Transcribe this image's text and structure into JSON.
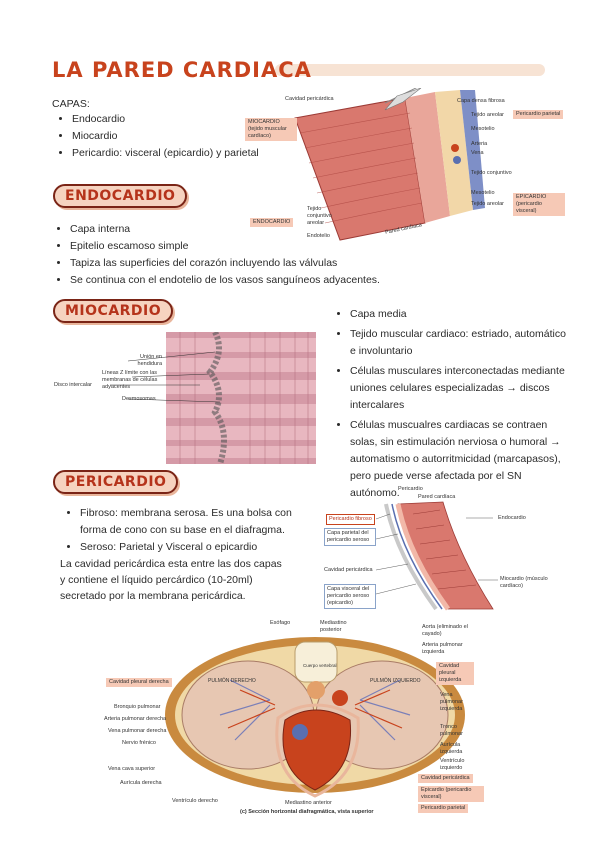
{
  "title": "LA PARED CARDIACA",
  "capas": {
    "heading": "CAPAS:",
    "items": [
      "Endocardio",
      "Miocardio",
      "Pericardio: visceral (epicardio) y parietal"
    ]
  },
  "endocardio": {
    "header": "ENDOCARDIO",
    "items": [
      "Capa interna",
      "Epitelio escamoso simple",
      "Tapiza las superficies del corazón incluyendo las válvulas",
      "Se continua con el endotelio de los vasos sanguíneos adyacentes."
    ]
  },
  "miocardio": {
    "header": "MIOCARDIO",
    "items": [
      "Capa media",
      "Tejido muscular cardiaco: estriado, automático e involuntario",
      "Células musculares interconectadas mediante uniones celulares especializadas → discos intercalares",
      "Células muscualres cardiacas se contraen solas, sin estimulación nerviosa o humoral → automatismo o autorritmicidad (marcapasos), pero puede verse afectada por el SN autónomo."
    ]
  },
  "pericardio": {
    "header": "PERICARDIO",
    "items": [
      "Fibroso: membrana serosa. Es una bolsa con forma de cono con su base en el diafragma.",
      "Seroso: Parietal y Visceral o epicardio"
    ],
    "paragraph": "La cavidad pericárdica esta entre las dos capas y contiene el líquido percárdico (10-20ml) secretado por la membrana pericárdica."
  },
  "fig_wall": {
    "labels": {
      "cavidad": "Cavidad pericárdica",
      "miocardio": "MIOCARDIO (tejido muscular cardíaco)",
      "capa_densa": "Capa densa fibrosa",
      "tejido_areolar": "Tejido areolar",
      "pericardio_parietal": "Pericardio parietal",
      "mesotelio": "Mesotelio",
      "arteria": "Arteria",
      "vena": "Vena",
      "tejido_conjuntivo": "Tejido conjuntivo",
      "mesotelio2": "Mesotelio",
      "tejido_areolar2": "Tejido areolar",
      "epicardio": "EPICARDIO (pericardio visceral)",
      "endocardio": "ENDOCARDIO",
      "tejido_conj_areolar": "Tejido conjuntivo areolar",
      "endotelio": "Endotelio",
      "pared": "Pared cardíaca"
    }
  },
  "fig_myo": {
    "labels": {
      "union": "Unión en hendidura",
      "lineas_z": "Líneas Z límite con las membranas de células adyacentes",
      "disco": "Disco intercalar",
      "desmosomas": "Desmosomas"
    }
  },
  "fig_peri": {
    "labels": {
      "pericardio": "Pericardio",
      "pared": "Pared cardíaca",
      "endocardio": "Endocardio",
      "fibroso": "Pericardio fibroso",
      "seroso_parietal": "Capa parietal del pericardio seroso",
      "cavidad": "Cavidad pericárdica",
      "seroso_visceral": "Capa visceral del pericardio seroso (epicardio)",
      "miocardio": "Miocardio (músculo cardíaco)"
    }
  },
  "fig_section": {
    "labels": {
      "esofago": "Esófago",
      "mediastino_post": "Mediastino posterior",
      "aorta": "Aorta (eliminado el cayado)",
      "art_pulm_izq": "Arteria pulmonar izquierda",
      "cav_pleural_izq": "Cavidad pleural izquierda",
      "pulmon_der": "PULMÓN DERECHO",
      "pulmon_izq": "PULMÓN IZQUIERDO",
      "cav_pleural_der": "Cavidad pleural derecha",
      "bronquio": "Bronquio pulmonar",
      "art_pulm_der": "Arteria pulmonar derecha",
      "vena_pulm_der": "Vena pulmonar derecha",
      "nervio": "Nervio frénico",
      "vena_pulm_izq": "Vena pulmonar izquierda",
      "tronco": "Tronco pulmonar",
      "auricula_izq": "Aurícula izquierda",
      "ventriculo_izq": "Ventrículo izquierdo",
      "vena_cava": "Vena cava superior",
      "auricula_der": "Aurícula derecha",
      "cav_pericardica": "Cavidad pericárdica",
      "epicardio": "Epicardio (pericardio visceral)",
      "ventriculo_der": "Ventrículo derecho",
      "peri_parietal": "Pericardio parietal",
      "med_anterior": "Mediastino anterior",
      "caption": "(c) Sección horizontal diafragmática, vista superior",
      "cuerpo": "Cuerpo vertebral"
    }
  },
  "colors": {
    "accent": "#c8431d",
    "pill_bg": "#f6d3c0",
    "muscle": "#d9786e",
    "muscle_dark": "#9c3b36"
  }
}
